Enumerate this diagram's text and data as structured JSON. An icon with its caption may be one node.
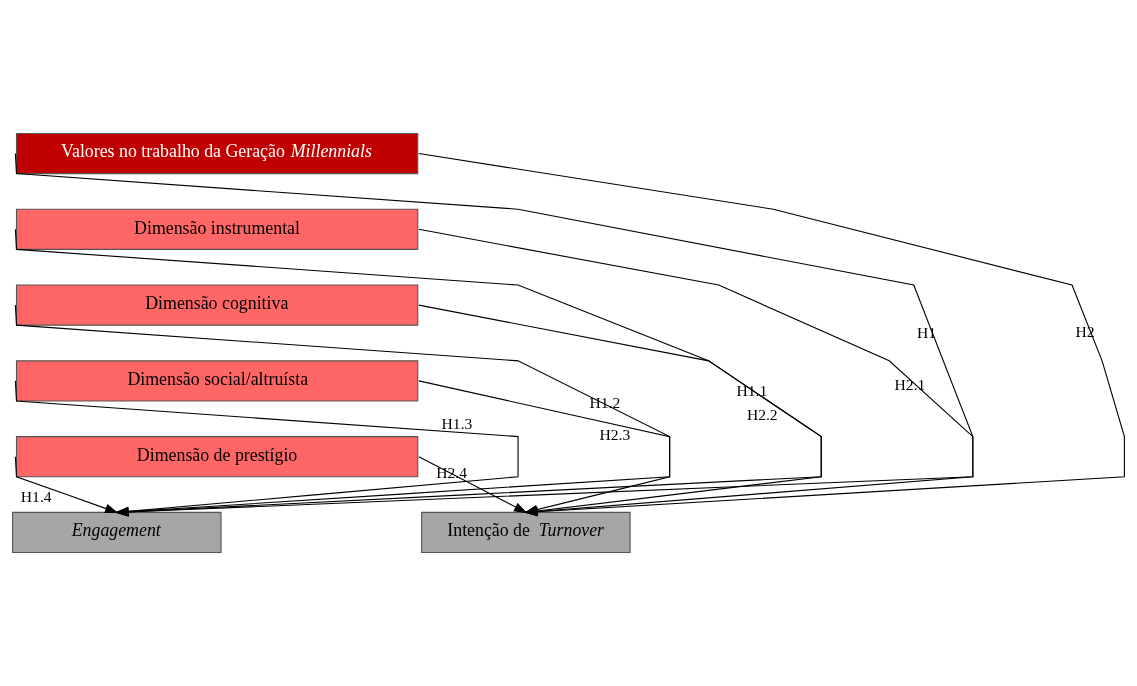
{
  "diagram": {
    "nodes": [
      {
        "text": [
          "Valores no trabalho da Geração *Millennials*"
        ]
      },
      {
        "text": [
          "Dimensão instrumental"
        ]
      },
      {
        "text": [
          "Dimensão cognitiva"
        ]
      },
      {
        "text": [
          "Dimensão social/altruísta"
        ]
      },
      {
        "text": [
          "Dimensão de prestígio"
        ]
      },
      {
        "text": [
          "Engagement"
        ]
      },
      {
        "text": [
          "Intenção de *Turnover*"
        ]
      }
    ],
    "edges": [
      {
        "from": 0,
        "to": 5,
        "arrow": "to",
        "label": "H1"
      },
      {
        "from": 0,
        "to": 6,
        "arrow": "to",
        "label": "H2"
      },
      {
        "from": 1,
        "to": 5,
        "arrow": "to",
        "label": "H1.1"
      },
      {
        "from": 2,
        "to": 5,
        "arrow": "to",
        "label": "H1.2"
      },
      {
        "from": 3,
        "to": 5,
        "arrow": "to",
        "label": "H1.3"
      },
      {
        "from": 4,
        "to": 5,
        "arrow": "to",
        "label": "H1.4"
      },
      {
        "from": 1,
        "to": 6,
        "arrow": "to",
        "label": "H2.1"
      },
      {
        "from": 2,
        "to": 6,
        "arrow": "to",
        "label": "H2.2"
      },
      {
        "from": 3,
        "to": 6,
        "arrow": "to",
        "label": "H2.3"
      },
      {
        "from": 4,
        "to": 6,
        "arrow": "to",
        "label": "H2.4"
      }
    ]
  }
}
